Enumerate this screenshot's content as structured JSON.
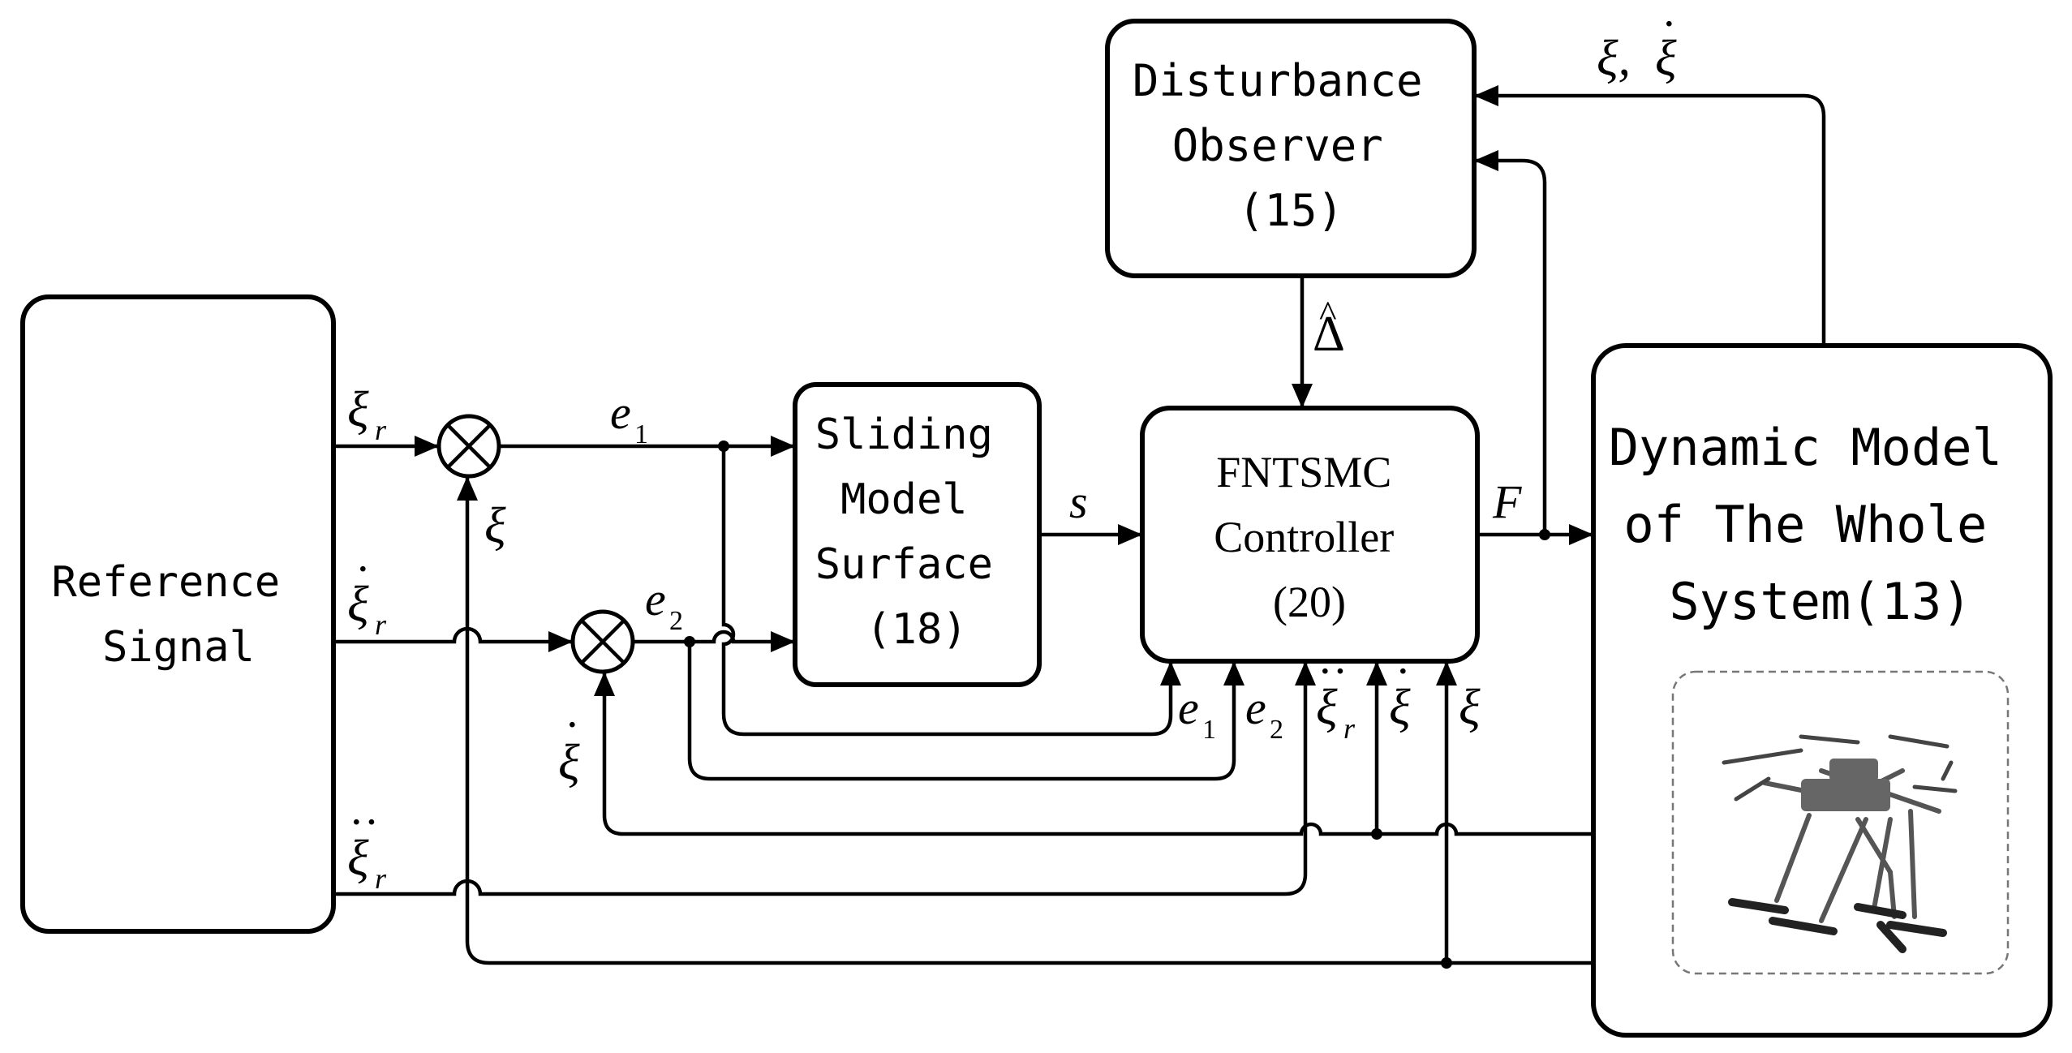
{
  "blocks": {
    "reference": [
      "Reference",
      "Signal"
    ],
    "sliding": [
      "Sliding",
      "Model",
      "Surface",
      "(18)"
    ],
    "controller": [
      "FNTSMC",
      "Controller",
      "(20)"
    ],
    "observer": [
      "Disturbance",
      "Observer",
      "(15)"
    ],
    "dynamic": [
      "Dynamic Model",
      "of The Whole",
      "System(13)"
    ]
  },
  "signals": {
    "xi": "ξ",
    "r": "r",
    "e": "e",
    "one": "1",
    "two": "2",
    "s": "s",
    "F": "F",
    "delta_hat": "Δ",
    "feedback": "ξ,",
    "dot_mark": "·",
    "ddot_mark": "··",
    "hat_mark": "^"
  }
}
